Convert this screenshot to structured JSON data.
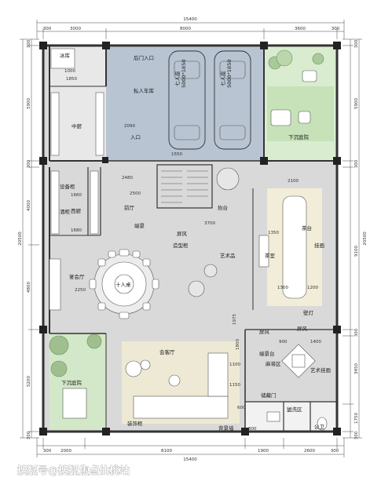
{
  "plan": {
    "rooms": {
      "cold_store": "冰库",
      "chinese_kitchen": "中厨",
      "private_garage": "私人车库",
      "garage_entrance": "后门入口",
      "entrance": "入口",
      "sunken_courtyard_right": "下沉庭院",
      "equipment_cabinet": "设备柜",
      "wine_cabinet": "酒柜",
      "western_kitchen": "西厨",
      "front_hall": "前厅",
      "landscape": "端景",
      "stage": "抬台",
      "screen_top": "屏风",
      "display_cabinet": "造型柜",
      "art_piece": "艺术品",
      "tea_room": "茶室",
      "bar_counter": "茶台",
      "wall_screen": "挂画",
      "banquet_hall": "宴会厅",
      "ten_person_table": "十人桌",
      "living_room": "会客厅",
      "screen_mid": "屏风",
      "screen_right": "屏风",
      "wall_lamp": "壁灯",
      "sunken_courtyard_left": "下沉庭院",
      "mahjong_area": "麻将区",
      "art_wall": "艺术挂画",
      "landscape_cabinet": "端景台",
      "storage_door": "储藏门",
      "washroom_area": "盥洗区",
      "toilet": "公卫",
      "decor_cabinet": "装饰柜",
      "landscape_wall": "背景墙"
    },
    "cars": [
      {
        "label": "七人座",
        "size": "5000*1850"
      },
      {
        "label": "七人座",
        "size": "5000*1850"
      }
    ],
    "dims": {
      "total": "15400",
      "top": [
        "300",
        "3000",
        "8000",
        "3600",
        "300"
      ],
      "bottom": [
        "300",
        "2000",
        "8100",
        "1900",
        "2600",
        "300"
      ],
      "left": [
        "300",
        "5900",
        "300",
        "4000",
        "4800",
        "5200",
        "300"
      ],
      "left_total": "20500",
      "right": [
        "300",
        "5900",
        "300",
        "9100",
        "300",
        "3450",
        "1750",
        "300"
      ],
      "right_total": "20500",
      "inner": {
        "d1850": "1850",
        "d1000": "1000",
        "d2090": "2090",
        "d2480": "2480",
        "d2500": "2500",
        "d1660": "1660",
        "d1680": "1680",
        "d2250": "2250",
        "d3700": "3700",
        "d1350": "1350",
        "d2100": "2100",
        "d1200": "1200",
        "d1300": "1300",
        "d1975": "1975",
        "d1100": "1100",
        "d1150": "1150",
        "d1800": "1800",
        "d800": "800",
        "d600": "600",
        "d1400": "1400",
        "d900": "900",
        "d1550": "1550"
      }
    }
  },
  "watermark": "搜狐号@搜狐焦点仙桃站"
}
